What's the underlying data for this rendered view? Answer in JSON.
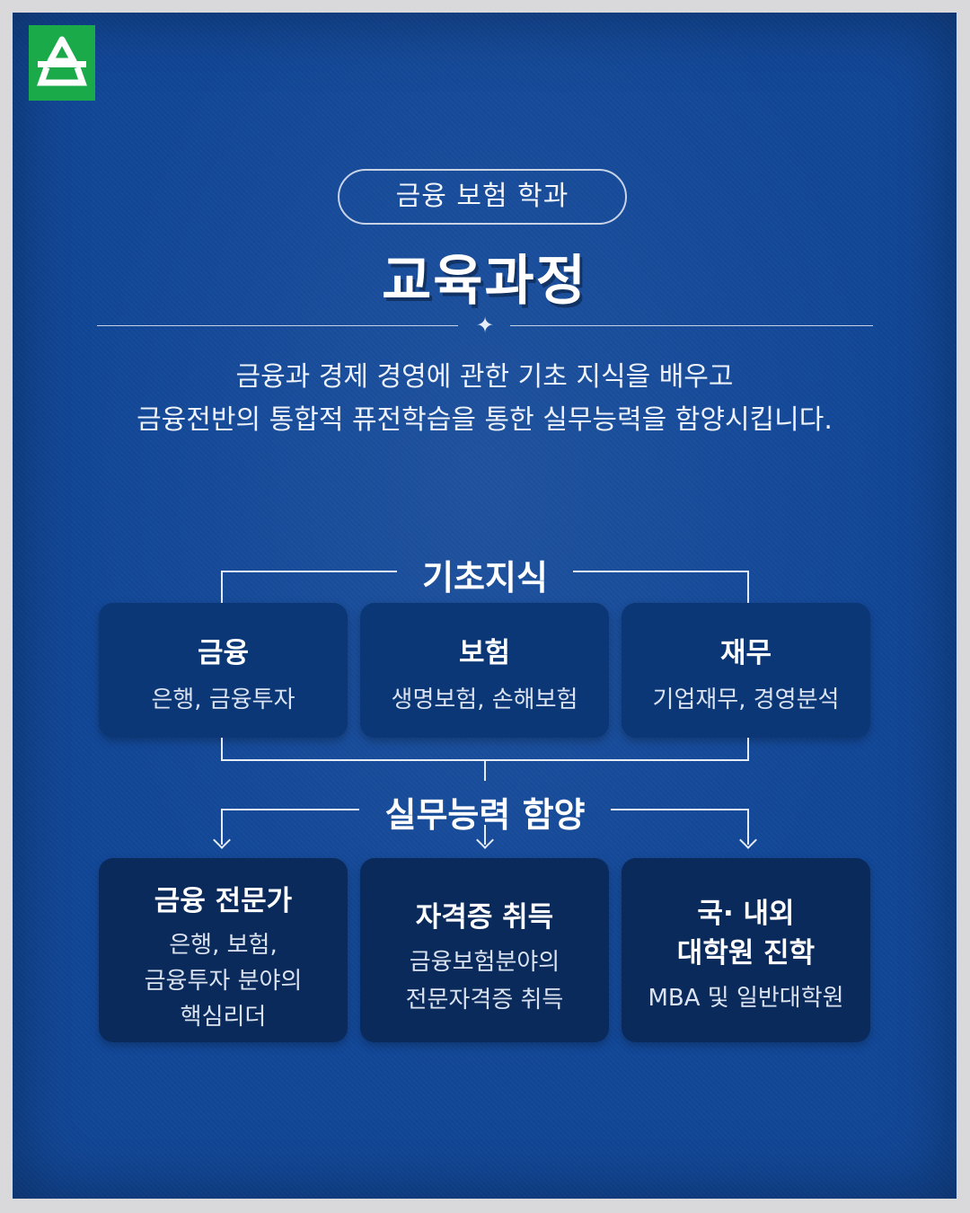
{
  "header": {
    "department": "금융 보험 학과",
    "title": "교육과정"
  },
  "intro": {
    "line1": "금융과 경제 경영에 관한 기초 지식을 배우고",
    "line2": "금융전반의 통합적 퓨전학습을 통한 실무능력을 함양시킵니다."
  },
  "foundation": {
    "title": "기초지식",
    "cards": [
      {
        "head": "금융",
        "sub": "은행, 금융투자"
      },
      {
        "head": "보험",
        "sub": "생명보험, 손해보험"
      },
      {
        "head": "재무",
        "sub": "기업재무, 경영분석"
      }
    ]
  },
  "practice": {
    "title": "실무능력 함양",
    "cards": [
      {
        "head": "금융 전문가",
        "sub1": "은행, 보험,",
        "sub2": "금융투자 분야의",
        "sub3": "핵심리더"
      },
      {
        "head": "자격증 취득",
        "sub1": "금융보험분야의",
        "sub2": "전문자격증 취득"
      },
      {
        "head1": "국· 내외",
        "head2": "대학원 진학",
        "sub1": "MBA 및 일반대학원"
      }
    ]
  },
  "colors": {
    "background": "#114798",
    "card": "#0b3777",
    "card_dark": "#0a2a5c",
    "logo": "#1aaa4a"
  },
  "icons": [
    "logo-mark",
    "sparkle-icon",
    "arrow-down-icon"
  ]
}
